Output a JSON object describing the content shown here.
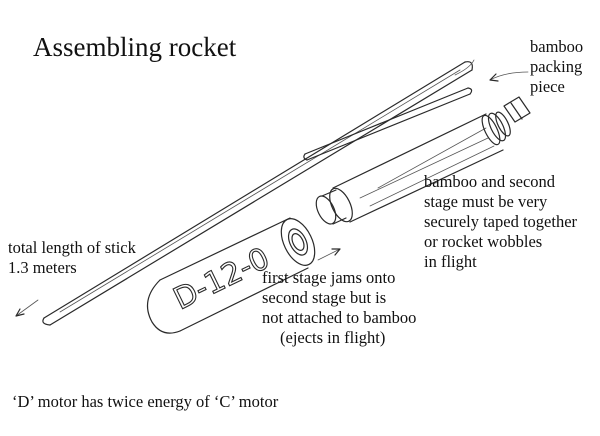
{
  "title": "Assembling rocket",
  "labels": {
    "packing_line1": "bamboo",
    "packing_line2": "packing",
    "packing_line3": "piece",
    "tape_line1": "bamboo and second",
    "tape_line2": "stage must be very",
    "tape_line3": "securely taped together",
    "tape_line4": "or rocket wobbles",
    "tape_line5": "in flight",
    "stick_line1": "total length of stick",
    "stick_line2": "1.3 meters",
    "stage_line1": "first stage jams onto",
    "stage_line2": "second stage but is",
    "stage_line3": "not attached to bamboo",
    "stage_line4": "(ejects in flight)",
    "footer": "‘D’ motor has twice energy of ‘C’ motor",
    "motor_marking": "D-12-0"
  }
}
